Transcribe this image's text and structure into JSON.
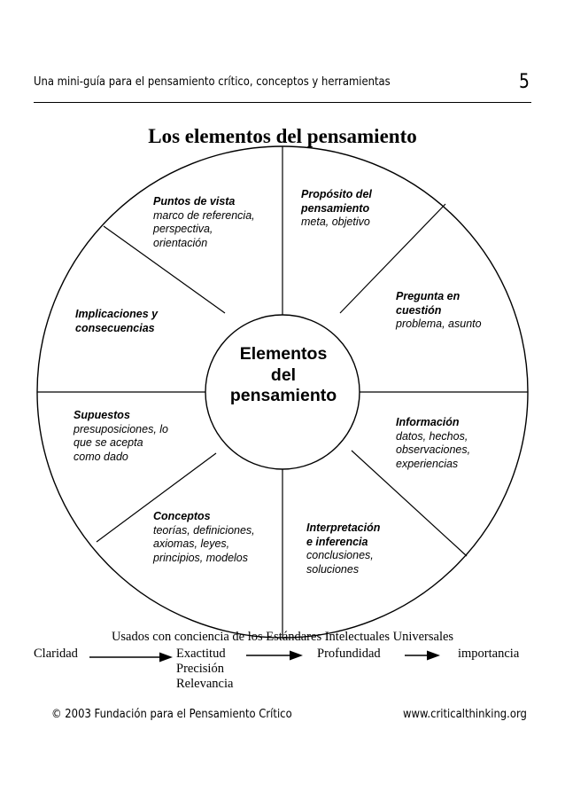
{
  "header": {
    "title": "Una mini-guía para el pensamiento crítico, conceptos y herramientas",
    "page_number": "5"
  },
  "title": "Los elementos del pensamiento",
  "center": {
    "line1": "Elementos",
    "line2": "del",
    "line3": "pensamiento"
  },
  "segments": {
    "proposito": {
      "heading_line1": "Propósito del",
      "heading_line2": "pensamiento",
      "desc_line1": "meta, objetivo"
    },
    "pregunta": {
      "heading_line1": "Pregunta en",
      "heading_line2": "cuestión",
      "desc_line1": "problema, asunto"
    },
    "informacion": {
      "heading_line1": "Información",
      "desc_line1": "datos, hechos,",
      "desc_line2": "observaciones,",
      "desc_line3": "experiencias"
    },
    "interpretacion": {
      "heading_line1": "Interpretación",
      "heading_line2": "e inferencia",
      "desc_line1": "conclusiones,",
      "desc_line2": "soluciones"
    },
    "conceptos": {
      "heading_line1": "Conceptos",
      "desc_line1": "teorías, definiciones,",
      "desc_line2": "axiomas, leyes,",
      "desc_line3": "principios, modelos"
    },
    "supuestos": {
      "heading_line1": "Supuestos",
      "desc_line1": "presuposiciones, lo",
      "desc_line2": "que se acepta",
      "desc_line3": "como dado"
    },
    "implicaciones": {
      "heading_line1": "Implicaciones y",
      "heading_line2": "consecuencias"
    },
    "puntos_de_vista": {
      "heading_line1": "Puntos de vista",
      "desc_line1": "marco de referencia,",
      "desc_line2": "perspectiva,",
      "desc_line3": "orientación"
    }
  },
  "standards": {
    "caption": "Usados con conciencia de los Estándares Intelectuales Universales",
    "claridad": "Claridad",
    "exactitud": "Exactitud",
    "precision": "Precisión",
    "relevancia": "Relevancia",
    "profundidad": "Profundidad",
    "importancia": "importancia"
  },
  "footer": {
    "copyright": "© 2003 Fundación para el Pensamiento Crítico",
    "url": "www.criticalthinking.org"
  }
}
